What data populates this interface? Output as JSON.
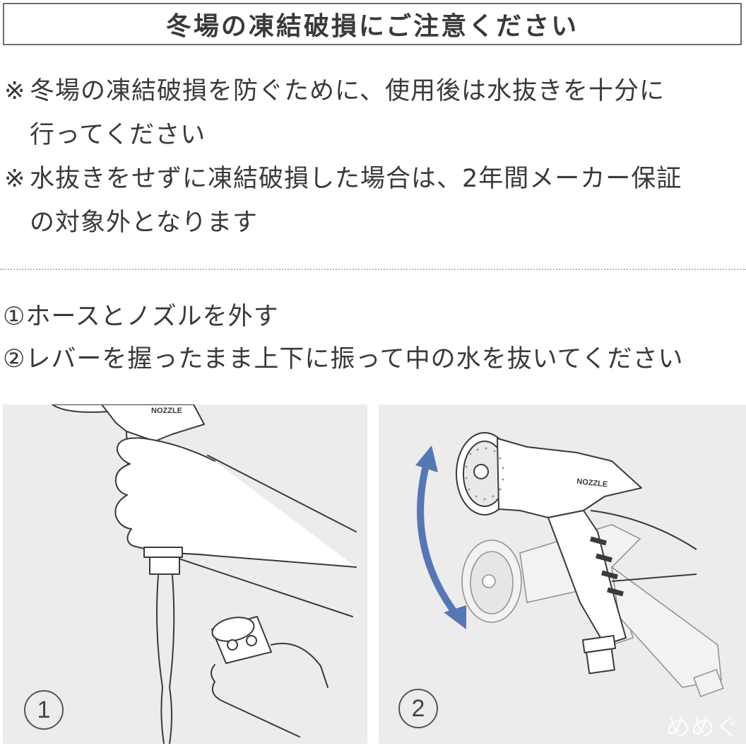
{
  "title": "冬場の凍結破損にご注意ください",
  "notes": [
    {
      "mark": "※",
      "lines": [
        "冬場の凍結破損を防ぐために、使用後は水抜きを十分に",
        "行ってください"
      ]
    },
    {
      "mark": "※",
      "lines": [
        "水抜きをせずに凍結破損した場合は、2年間メーカー保証",
        "の対象外となります"
      ]
    }
  ],
  "steps": [
    "①ホースとノズルを外す",
    "②レバーを握ったまま上下に振って中の水を抜いてください"
  ],
  "panels": [
    {
      "number": "1",
      "nozzle_logo": "NOZZLE"
    },
    {
      "number": "2",
      "nozzle_logo": "NOZZLE"
    }
  ],
  "watermark": "めめぐ",
  "colors": {
    "arrow": "#5577b5",
    "panel_bg": "#ececec",
    "line": "#3a3a3a"
  }
}
